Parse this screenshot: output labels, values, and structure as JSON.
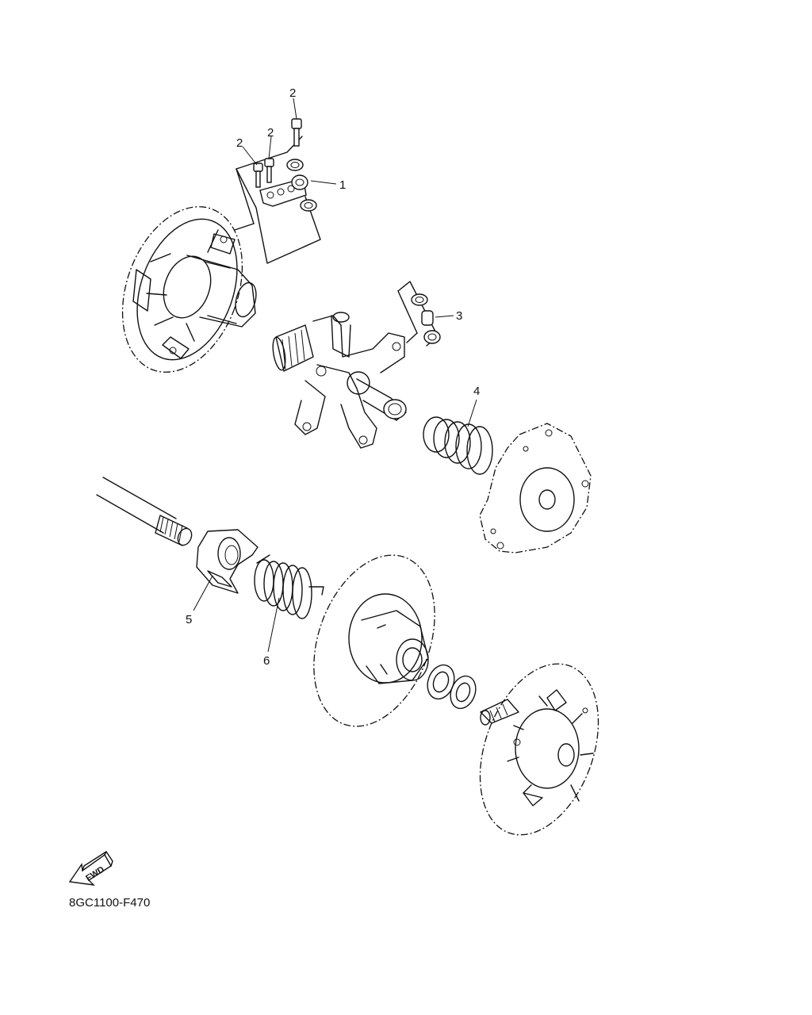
{
  "diagram": {
    "callouts": {
      "c1": "1",
      "c2a": "2",
      "c2b": "2",
      "c2c": "2",
      "c3": "3",
      "c4": "4",
      "c5": "5",
      "c6": "6"
    },
    "fwd_label": "FWD",
    "figure_code": "8GC1100-F470"
  }
}
